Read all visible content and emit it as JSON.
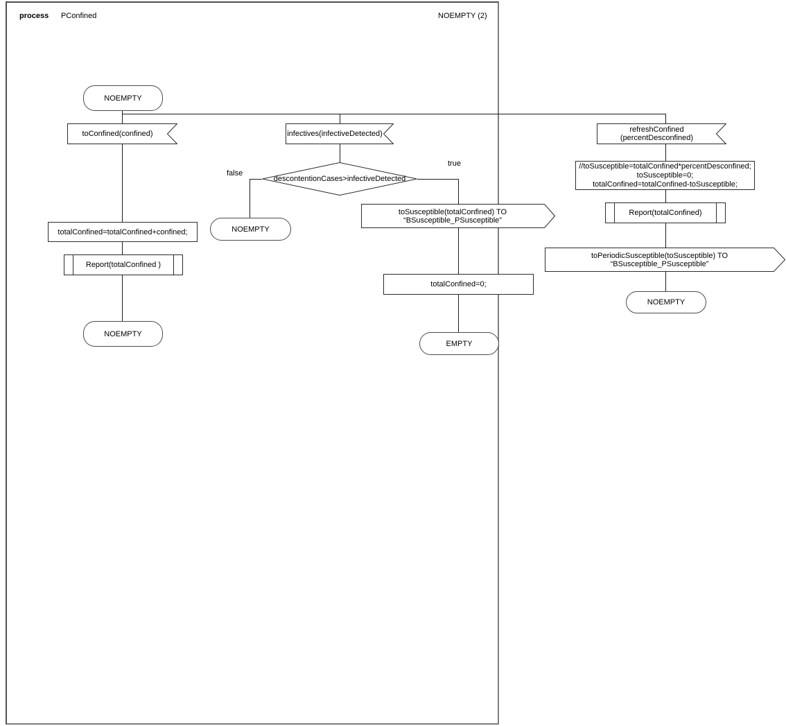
{
  "header": {
    "kind_label": "process",
    "process_name": "PConfined",
    "page_label": "NOEMPTY (2)"
  },
  "colors": {
    "line": "#1a1a1a",
    "frame_border": "#7d7d7d",
    "shape_fill": "#ffffff",
    "text": "#000000"
  },
  "nodes": {
    "start_state": "NOEMPTY",
    "left": {
      "input": "toConfined(confined)",
      "task": "totalConfined=totalConfined+confined;",
      "procedure": "Report(totalConfined )",
      "next_state": "NOEMPTY"
    },
    "middle": {
      "input": "infectives(infectiveDetected)",
      "decision": "descontentionCases>infectiveDetected",
      "false_label": "false",
      "true_label": "true",
      "false_state": "NOEMPTY",
      "output": "toSusceptible(totalConfined) TO “BSusceptible_PSusceptible”",
      "task": "totalConfined=0;",
      "end_state": "EMPTY"
    },
    "right": {
      "input": "refreshConfined (percentDesconfined)",
      "task_lines": [
        "//toSusceptible=totalConfined*percentDesconfined;",
        "toSusceptible=0;",
        "totalConfined=totalConfined-toSusceptible;"
      ],
      "procedure": "Report(totalConfined)",
      "output": "toPeriodicSusceptible(toSusceptible) TO “BSusceptible_PSusceptible”",
      "next_state": "NOEMPTY"
    }
  }
}
